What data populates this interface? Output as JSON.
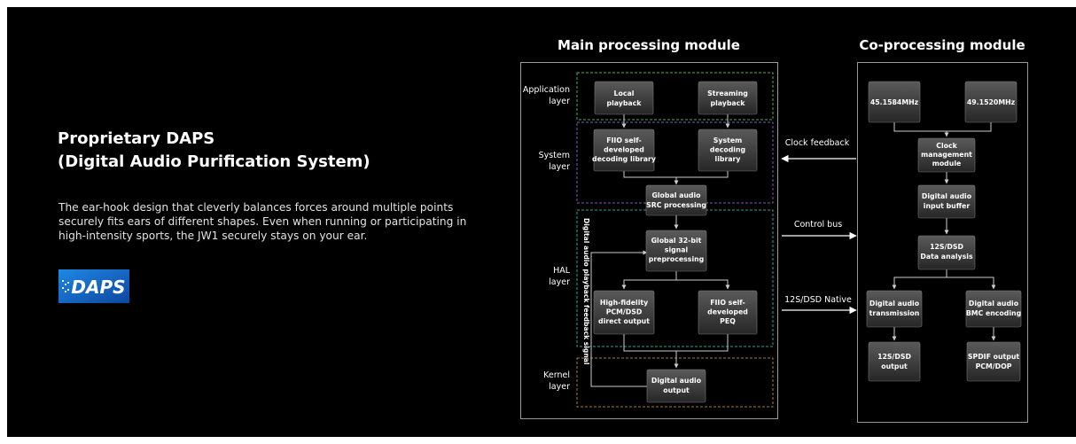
{
  "left": {
    "title_line1": "Proprietary DAPS",
    "title_line2": "(Digital Audio Purification System)",
    "description": "The ear-hook design that cleverly balances forces around multiple points securely fits ears of different shapes. Even when running or participating in high-intensity sports, the JW1 securely stays on your ear.",
    "logo_text": "DAPS"
  },
  "main_module": {
    "heading": "Main processing module",
    "layers": {
      "application": [
        "Application",
        "layer"
      ],
      "system": [
        "System",
        "layer"
      ],
      "hal": [
        "HAL",
        "layer"
      ],
      "kernel": [
        "Kernel",
        "layer"
      ]
    },
    "feedback_label": "Digital audio playback feedback signal",
    "blocks": {
      "local_playback": [
        "Local",
        "playback"
      ],
      "streaming_playback": [
        "Streaming",
        "playback"
      ],
      "fiio_decoding": [
        "FIIO self-",
        "developed",
        "decoding library"
      ],
      "system_decoding": [
        "System",
        "decoding",
        "library"
      ],
      "global_src": [
        "Global audio",
        "SRC processing"
      ],
      "global_32bit": [
        "Global 32-bit",
        "signal",
        "preprocessing"
      ],
      "hifi_direct": [
        "High-fidelity",
        "PCM/DSD",
        "direct output"
      ],
      "fiio_peq": [
        "FIIO self-",
        "developed",
        "PEQ"
      ],
      "digital_output": [
        "Digital audio",
        "output"
      ]
    }
  },
  "connections": {
    "clock_feedback": "Clock feedback",
    "control_bus": "Control bus",
    "i2s_native": "12S/DSD Native"
  },
  "co_module": {
    "heading": "Co-processing module",
    "blocks": {
      "clk_45": [
        "45.1584MHz"
      ],
      "clk_49": [
        "49.1520MHz"
      ],
      "clock_mgmt": [
        "Clock",
        "management",
        "module"
      ],
      "input_buffer": [
        "Digital audio",
        "input buffer"
      ],
      "data_analysis": [
        "12S/DSD",
        "Data analysis"
      ],
      "transmission": [
        "Digital audio",
        "transmission"
      ],
      "bmc_encoding": [
        "Digital audio",
        "BMC encoding"
      ],
      "i2s_output": [
        "12S/DSD",
        "output"
      ],
      "spdif_output": [
        "SPDIF output",
        "PCM/DOP"
      ]
    }
  },
  "colors": {
    "background": "#000000",
    "application_border": "#4caf50",
    "system_border": "#7e57c2",
    "hal_border": "#26a69a",
    "kernel_border": "#b07a3a",
    "block_top": "#5a5a5a",
    "block_bottom": "#262626",
    "logo_blue": "#1565c0"
  }
}
